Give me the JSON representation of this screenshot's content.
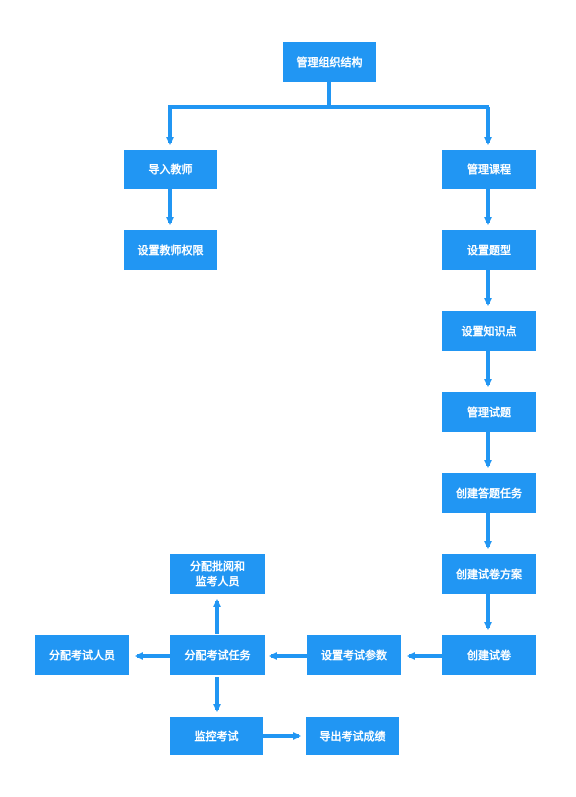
{
  "nodes": {
    "manage_org": "管理组织结构",
    "import_teachers": "导入教师",
    "set_teacher_perm": "设置教师权限",
    "manage_courses": "管理课程",
    "set_question_types": "设置题型",
    "set_knowledge_points": "设置知识点",
    "manage_questions": "管理试题",
    "create_answer_task": "创建答题任务",
    "create_paper_plan": "创建试卷方案",
    "create_paper": "创建试卷",
    "set_exam_params": "设置考试参数",
    "assign_exam_task": "分配考试任务",
    "assign_examinees": "分配考试人员",
    "assign_graders_line1": "分配批阅和",
    "assign_graders_line2": "监考人员",
    "monitor_exam": "监控考试",
    "export_scores": "导出考试成绩"
  },
  "colors": {
    "node_fill": "#2196F3",
    "node_text": "#ffffff",
    "connector": "#2196F3"
  }
}
